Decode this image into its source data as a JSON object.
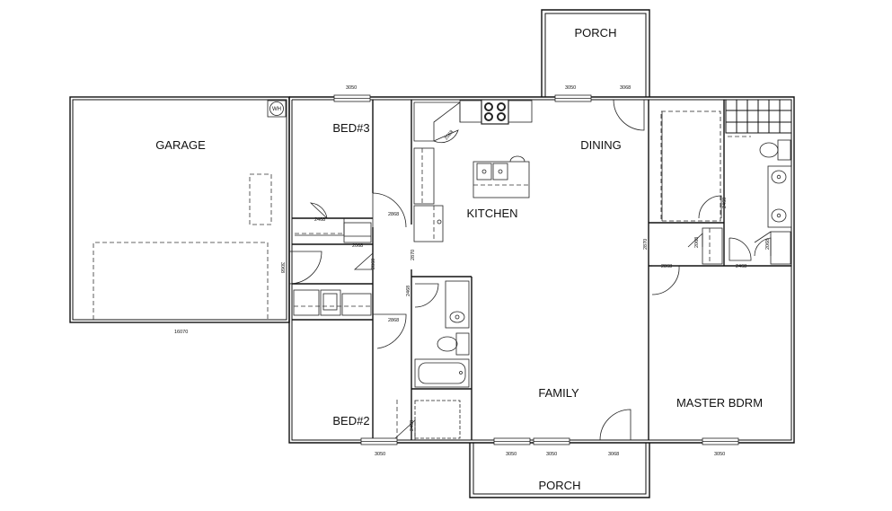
{
  "rooms": {
    "garage": "GARAGE",
    "bed3": "BED#3",
    "bed2": "BED#2",
    "kitchen": "KITCHEN",
    "dining": "DINING",
    "family": "FAMILY",
    "master": "MASTER BDRM",
    "porch_top": "PORCH",
    "porch_bottom": "PORCH"
  },
  "fixtures": {
    "water_heater": "WH"
  },
  "dimensions": {
    "bed3_window": "3050",
    "dining_window": "3050",
    "dining_door": "3068",
    "garage_door": "16070",
    "garage_entry": "3068",
    "bed2_window": "3050",
    "family_window_1": "3050",
    "family_window_2": "3050",
    "front_door": "3068",
    "master_window": "3050",
    "bed3_closet": "2468",
    "linen_closet": "2068",
    "hall_door_bed3": "2868",
    "hall_door_bath": "2868",
    "hall_door_bed2": "2868",
    "bath_door": "2468",
    "bed2_closet": "2468",
    "pantry": "2068",
    "hall_opening": "2870",
    "master_opening": "2870",
    "master_door": "2868",
    "master_closet_1": "2068",
    "master_closet_2": "2468",
    "master_bath_door": "2468",
    "master_wc": "2068"
  }
}
